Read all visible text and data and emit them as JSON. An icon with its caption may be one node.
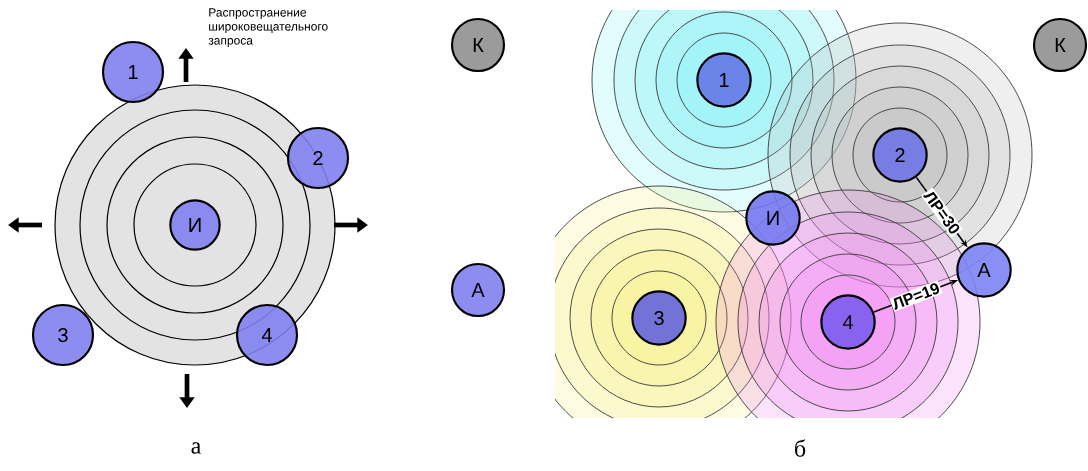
{
  "diagram": {
    "nodes": [
      {
        "text": [
          "И"
        ]
      },
      {
        "text": [
          "1"
        ]
      },
      {
        "text": [
          "2"
        ]
      },
      {
        "text": [
          "3"
        ]
      },
      {
        "text": [
          "4"
        ]
      },
      {
        "text": [
          "К"
        ]
      },
      {
        "text": [
          "А"
        ]
      },
      {
        "text": [
          "1"
        ]
      },
      {
        "text": [
          "К"
        ]
      },
      {
        "text": [
          "2"
        ]
      },
      {
        "text": [
          "И"
        ]
      },
      {
        "text": [
          "А"
        ]
      },
      {
        "text": [
          "3"
        ]
      },
      {
        "text": [
          "4"
        ]
      }
    ],
    "edges": [
      {
        "from": 9,
        "to": 11,
        "arrow": "to",
        "label": "ЛР=30"
      },
      {
        "from": 13,
        "to": 11,
        "arrow": "to",
        "label": "ЛР=19"
      }
    ],
    "labels": [
      "Распространение широковещательного запроса",
      "а",
      "б"
    ]
  }
}
